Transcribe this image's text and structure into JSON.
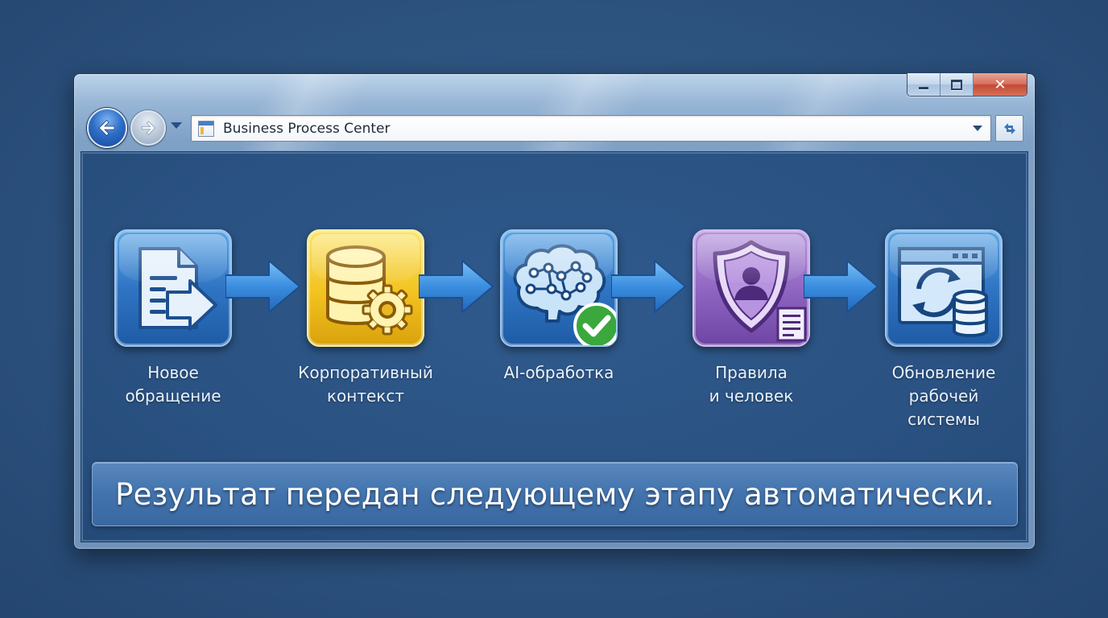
{
  "window": {
    "caption_buttons": {
      "minimize_icon": "minimize-icon",
      "maximize_icon": "maximize-icon",
      "close_icon": "close-icon",
      "close_glyph": "✕"
    }
  },
  "navigation": {
    "back_icon": "back-arrow-icon",
    "forward_icon": "forward-arrow-icon",
    "history_icon": "dropdown-triangle-icon"
  },
  "address_bar": {
    "page_icon": "page-icon",
    "text": "Business Process Center",
    "dropdown_icon": "chevron-down-icon",
    "refresh_icon": "refresh-icon"
  },
  "process": {
    "steps": [
      {
        "label": "Новое\nобращение",
        "icon": "document-arrow-icon",
        "color": "#2f75c4"
      },
      {
        "label": "Корпоративный\nконтекст",
        "icon": "database-gear-icon",
        "color": "#f2c21f"
      },
      {
        "label": "AI-обработка",
        "icon": "brain-check-icon",
        "color": "#2f75c4"
      },
      {
        "label": "Правила\nи человек",
        "icon": "shield-person-icon",
        "color": "#8d63c0"
      },
      {
        "label": "Обновление\nрабочей\nсистемы",
        "icon": "window-sync-database-icon",
        "color": "#2f75c4"
      }
    ],
    "connector_icon": "arrow-right-icon"
  },
  "banner": {
    "text": "Результат передан следующему этапу автоматически."
  },
  "colors": {
    "desktop_background": "#2c527e",
    "accent_blue": "#2f75c4",
    "accent_yellow": "#f2c21f",
    "accent_purple": "#8d63c0",
    "check_green": "#3aa83c",
    "close_red": "#c24a33"
  }
}
